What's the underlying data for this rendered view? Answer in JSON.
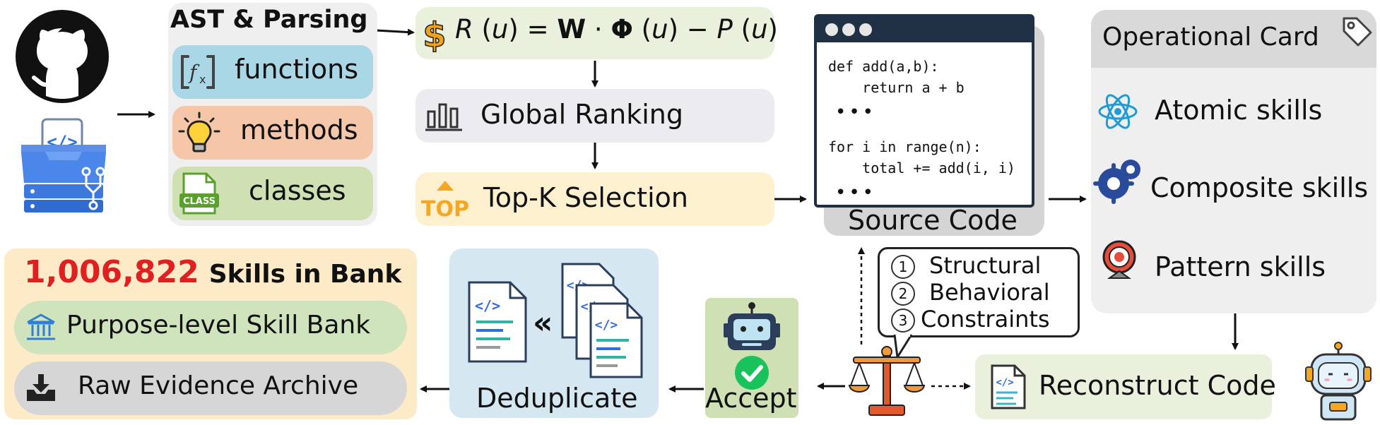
{
  "parsing": {
    "title": "AST & Parsing",
    "items": [
      {
        "label": "functions",
        "color": "#a9d7e5",
        "icon": "function-icon"
      },
      {
        "label": "methods",
        "color": "#f5c6a8",
        "icon": "lightbulb-icon"
      },
      {
        "label": "classes",
        "color": "#cfe1b3",
        "icon": "class-file-icon"
      }
    ],
    "class_icon_text": "CLASS"
  },
  "formula": {
    "parts": [
      "R",
      " (",
      "u",
      ") = ",
      "W",
      " · ",
      "Φ",
      " (",
      "u",
      ") − ",
      "P",
      " (",
      "u",
      ")"
    ]
  },
  "ranking": {
    "label": "Global Ranking",
    "icon": "bar-chart-icon"
  },
  "topk": {
    "label": "Top-K Selection",
    "icon_text": "TOP"
  },
  "source_code": {
    "title": "Source Code",
    "lines": [
      "def add(a,b):",
      "    return a + b",
      "•••",
      "for i in range(n):",
      "    total += add(i, i)",
      "•••"
    ]
  },
  "card": {
    "title": "Operational Card",
    "skills": [
      {
        "label": "Atomic skills",
        "icon": "atom-icon"
      },
      {
        "label": "Composite skills",
        "icon": "gears-icon"
      },
      {
        "label": "Pattern skills",
        "icon": "target-icon"
      }
    ]
  },
  "reconstruct": {
    "label": "Reconstruct Code",
    "icon": "code-document-icon"
  },
  "criteria": {
    "items": [
      {
        "num": "1",
        "label": "Structural"
      },
      {
        "num": "2",
        "label": "Behavioral"
      },
      {
        "num": "3",
        "label": "Constraints"
      }
    ]
  },
  "accept": {
    "label": "Accept"
  },
  "dedup": {
    "label": "Deduplicate"
  },
  "bank": {
    "count": "1,006,822",
    "suffix": "Skills in Bank",
    "items": [
      {
        "label": "Purpose-level Skill Bank",
        "color": "#cfe3bd",
        "icon": "bank-icon"
      },
      {
        "label": "Raw Evidence Archive",
        "color": "#d6d6d6",
        "icon": "download-tray-icon"
      }
    ]
  },
  "colors": {
    "highlight_red": "#e02020",
    "bank_bg": "#fdebc8",
    "dedup_bg": "#d5e8f1",
    "accept_bg": "#cfe0b4",
    "formula_bg": "#e9f0dc",
    "ranking_bg": "#ececf0",
    "topk_bg": "#fdf0cf",
    "card_bg": "#efefef",
    "card_header_bg": "#d9d9d9",
    "code_window_bar": "#1f2f44"
  }
}
